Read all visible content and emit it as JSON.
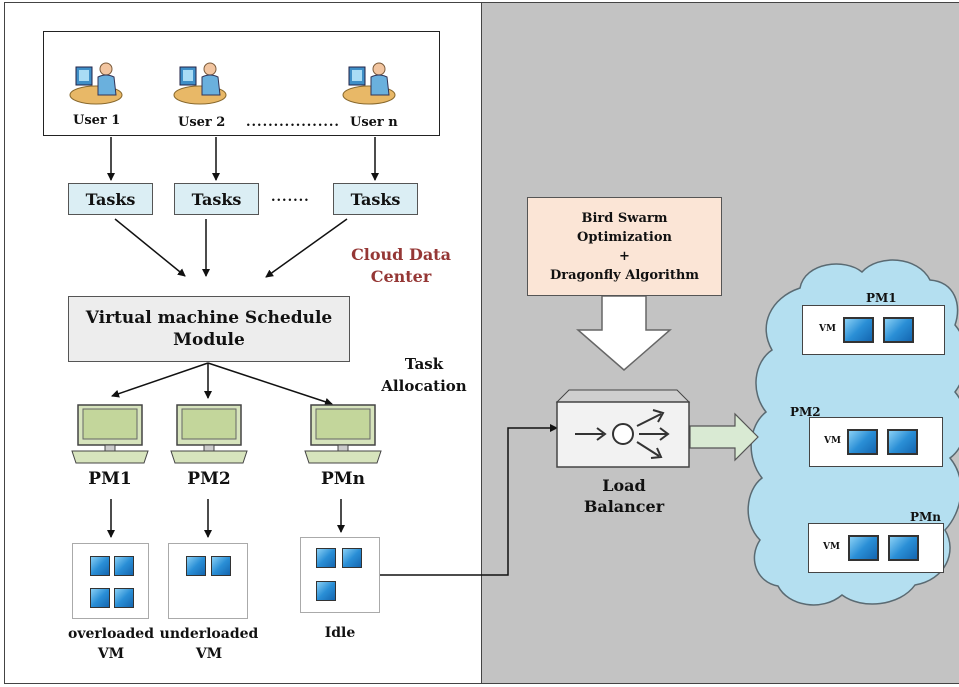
{
  "users": [
    {
      "label": "User 1"
    },
    {
      "label": "User 2"
    },
    {
      "label": "User n"
    }
  ],
  "users_dots": ".................",
  "tasks": [
    "Tasks",
    "Tasks",
    "Tasks"
  ],
  "tasks_dots": ".......",
  "cloud_data_center": {
    "line1": "Cloud Data",
    "line2": "Center"
  },
  "vm_module": "Virtual machine Schedule Module",
  "task_allocation": {
    "line1": "Task",
    "line2": "Allocation"
  },
  "pms": [
    "PM1",
    "PM2",
    "PMn"
  ],
  "vm_states": {
    "overloaded": {
      "line1": "overloaded",
      "line2": "VM"
    },
    "underloaded": {
      "line1": "underloaded",
      "line2": "VM"
    },
    "idle": "Idle"
  },
  "algorithm": {
    "line1": "Bird Swarm",
    "line2": "Optimization",
    "line3": "+",
    "line4": "Dragonfly Algorithm"
  },
  "load_balancer": {
    "line1": "Load",
    "line2": "Balancer"
  },
  "cloud": {
    "pms": [
      {
        "label": "PM1",
        "vm_label": "VM"
      },
      {
        "label": "PM2",
        "vm_label": "VM"
      },
      {
        "label": "PMn",
        "vm_label": "VM"
      }
    ]
  },
  "colors": {
    "task_fill": "#dbeef4",
    "module_fill": "#ededed",
    "algorithm_fill": "#fbe5d6",
    "cloud_fill": "#b4dff0",
    "right_background": "#c3c3c3",
    "data_center_text": "#953735",
    "monitor_fill": "#d7e4bd",
    "vm_icon": "#2a8fd6"
  },
  "icons": [
    "user-at-computer-icon",
    "monitor-icon",
    "vm-window-icon",
    "load-balancer-icon",
    "arrow-icon"
  ]
}
